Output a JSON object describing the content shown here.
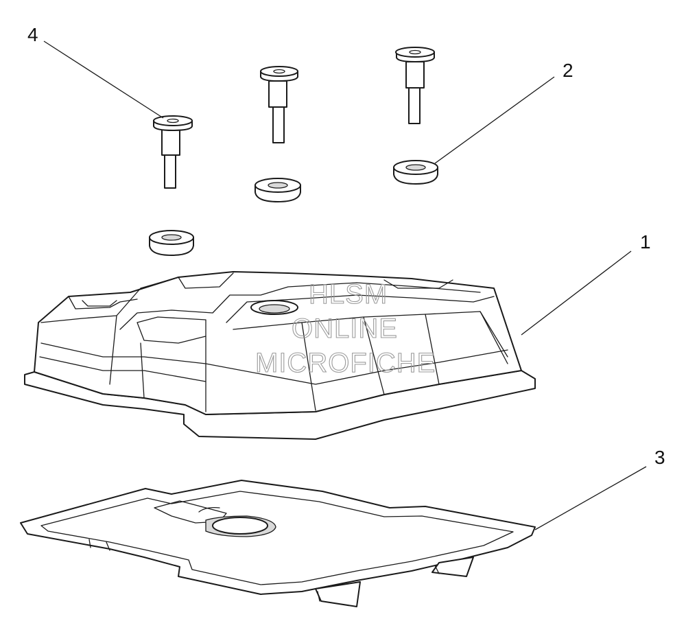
{
  "callouts": [
    {
      "id": "valve-cover",
      "label": "1"
    },
    {
      "id": "grommet",
      "label": "2"
    },
    {
      "id": "gasket",
      "label": "3"
    },
    {
      "id": "bolt",
      "label": "4"
    }
  ],
  "watermark": {
    "line1": "HLSM",
    "line2": "ONLINE",
    "line3": "MICROFICHE"
  }
}
